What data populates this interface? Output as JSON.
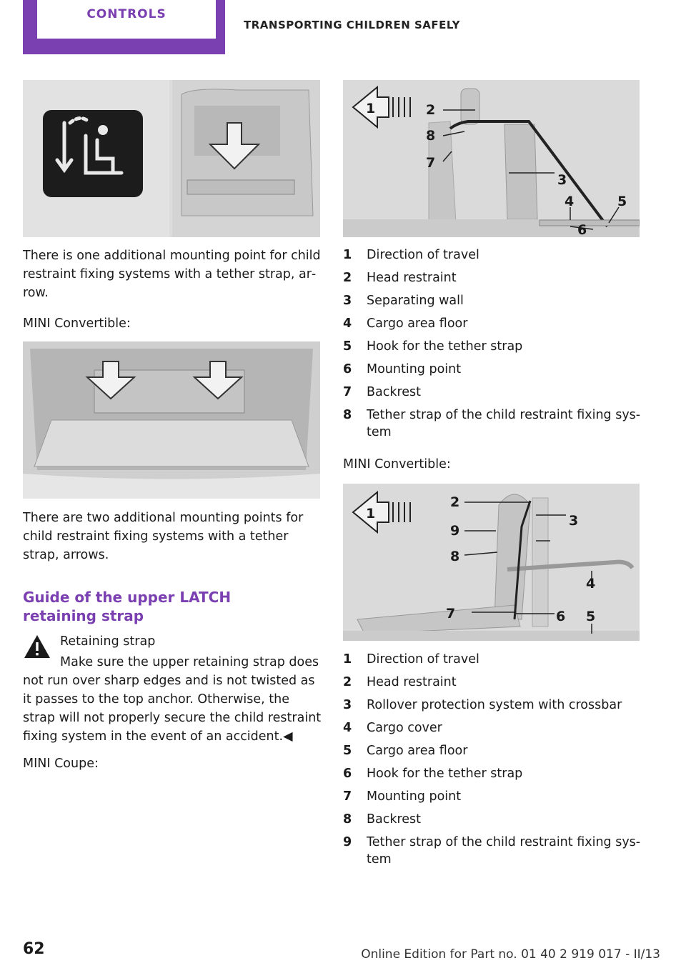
{
  "header": {
    "active_tab": "CONTROLS",
    "section_title": "TRANSPORTING CHILDREN SAFELY"
  },
  "left": {
    "para1": "There is one additional mounting point for child restraint fixing systems with a tether strap, ar‐ row.",
    "convertible_label": "MINI Convertible:",
    "para2": "There are two additional mounting points for child restraint fixing systems with a tether strap, arrows.",
    "heading": "Guide of the upper LATCH retaining strap",
    "warning_title": "Retaining strap",
    "warning_text": "Make sure the upper retaining strap does not run over sharp edges and is not twisted as it passes to the top anchor. Otherwise, the strap will not properly secure the child restraint fixing system in the event of an accident.◀",
    "coupe_label": "MINI Coupe:"
  },
  "diagram1": {
    "callouts": [
      "1",
      "2",
      "8",
      "7",
      "3",
      "4",
      "5",
      "6"
    ]
  },
  "list1": [
    {
      "num": "1",
      "label": "Direction of travel"
    },
    {
      "num": "2",
      "label": "Head restraint"
    },
    {
      "num": "3",
      "label": "Separating wall"
    },
    {
      "num": "4",
      "label": "Cargo area floor"
    },
    {
      "num": "5",
      "label": "Hook for the tether strap"
    },
    {
      "num": "6",
      "label": "Mounting point"
    },
    {
      "num": "7",
      "label": "Backrest"
    },
    {
      "num": "8",
      "label": "Tether strap of the child restraint fixing sys‐ tem"
    }
  ],
  "right_convertible_label": "MINI Convertible:",
  "diagram2": {
    "callouts": [
      "1",
      "2",
      "9",
      "8",
      "3",
      "4",
      "7",
      "6",
      "5"
    ]
  },
  "list2": [
    {
      "num": "1",
      "label": "Direction of travel"
    },
    {
      "num": "2",
      "label": "Head restraint"
    },
    {
      "num": "3",
      "label": "Rollover protection system with crossbar"
    },
    {
      "num": "4",
      "label": "Cargo cover"
    },
    {
      "num": "5",
      "label": "Cargo area floor"
    },
    {
      "num": "6",
      "label": "Hook for the tether strap"
    },
    {
      "num": "7",
      "label": "Mounting point"
    },
    {
      "num": "8",
      "label": "Backrest"
    },
    {
      "num": "9",
      "label": "Tether strap of the child restraint fixing sys‐ tem"
    }
  ],
  "footer": {
    "page_number": "62",
    "edition": "Online Edition for Part no. 01 40 2 919 017 - II/13"
  },
  "colors": {
    "accent": "#7a3fb0"
  }
}
